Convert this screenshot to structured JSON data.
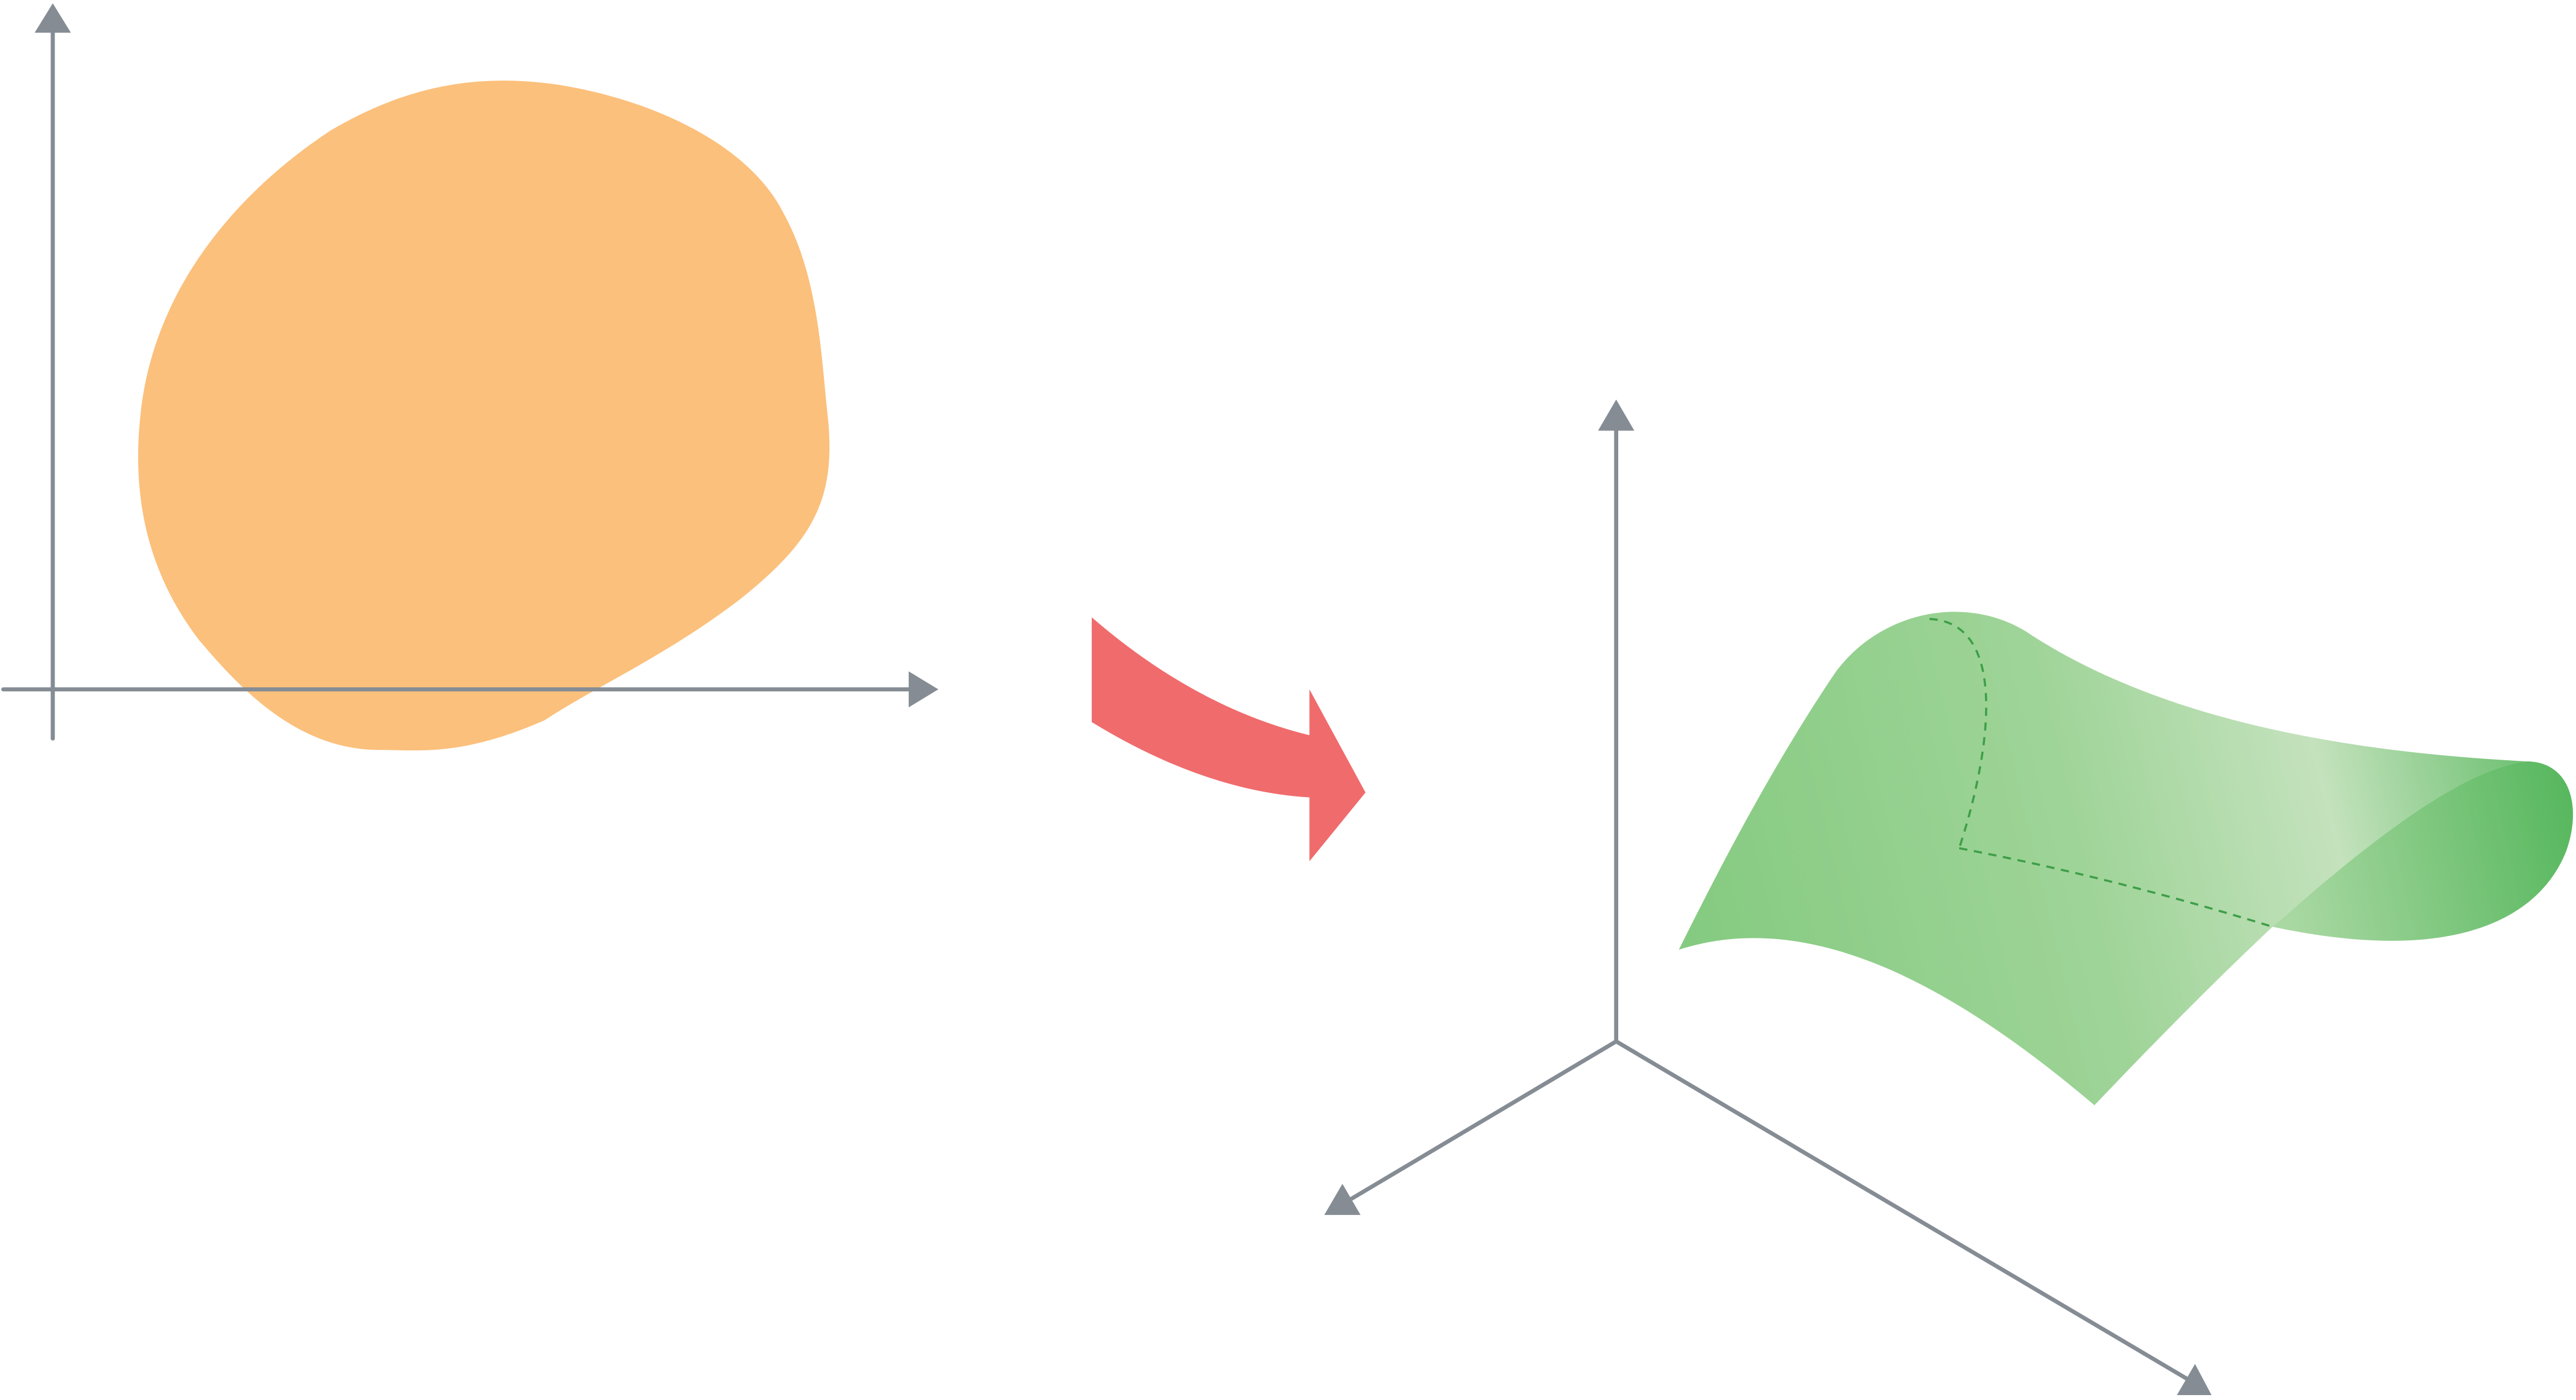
{
  "diagram": {
    "colors": {
      "axis": "#858c94",
      "blob_fill": "#fbc07c",
      "arrow_fill": "#f06b6c",
      "surface_green_dark": "#56b75d",
      "surface_green_mid": "#8acc86",
      "surface_green_light": "#c4e2bd",
      "dashed_curve": "#3e9e49"
    },
    "elements": [
      {
        "name": "2d-plane",
        "kind": "2D coordinate axes with an irregular region"
      },
      {
        "name": "mapping-arrow",
        "kind": "curved arrow pointing right"
      },
      {
        "name": "3d-space",
        "kind": "3D coordinate axes with a curved surface"
      }
    ]
  }
}
